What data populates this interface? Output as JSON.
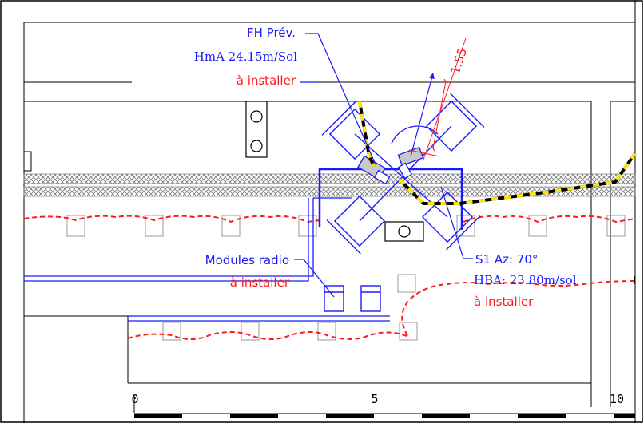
{
  "labels": {
    "fh_title": "FH Prév.",
    "fh_hma": "HmA 24.15m/Sol",
    "fh_install": "à installer",
    "dimension": "1.55",
    "modules_title": "Modules radio",
    "modules_install": "à installer",
    "s1_title": "S1 Az: 70°",
    "s1_hba": "HBA: 23.80m/sol",
    "s1_install": "à installer"
  },
  "scale": {
    "ticks": [
      "0",
      "5",
      "10"
    ]
  },
  "colors": {
    "blue": "#1a1aff",
    "red": "#ff1a1a",
    "cable_yellow": "#ffe600",
    "structure": "#000000",
    "hatch": "#8c8c8c"
  }
}
